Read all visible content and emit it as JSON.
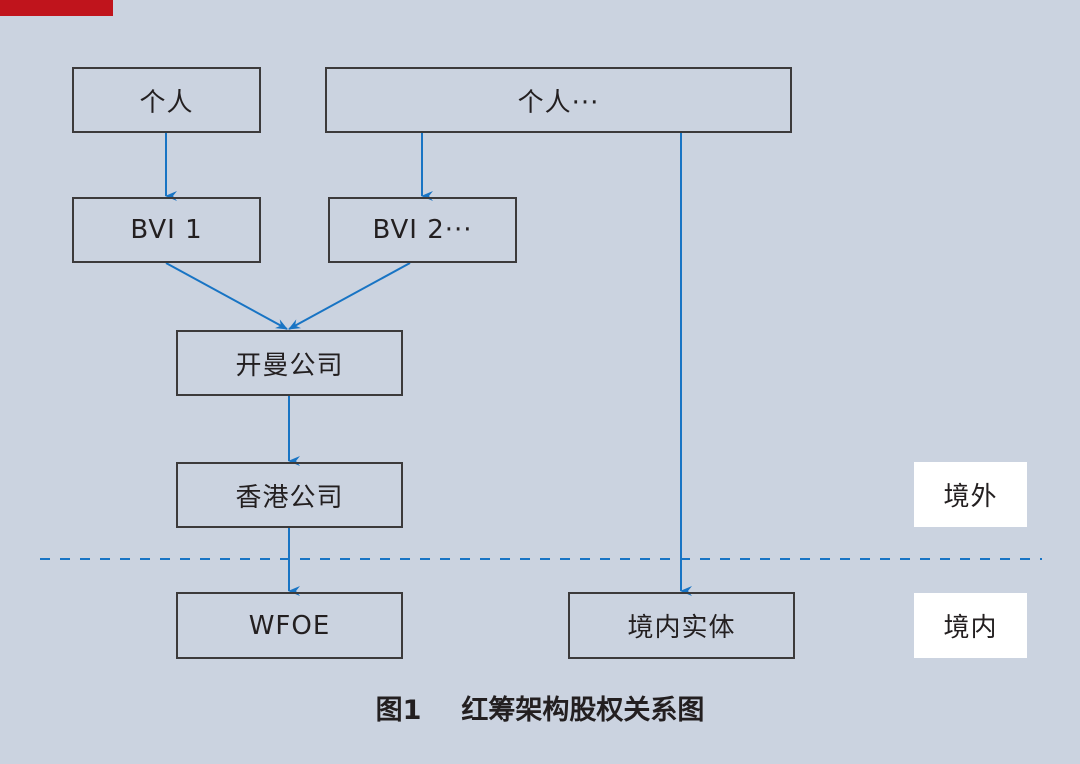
{
  "diagram": {
    "title_number": "图1",
    "title": "红筹架构股权关系图",
    "accent_color": "#c0141c",
    "line_color": "#1874c4",
    "nodes": {
      "person_1": "个人",
      "person_more": "个人···",
      "bvi_1": "BVI 1",
      "bvi_2": "BVI 2···",
      "cayman": "开曼公司",
      "hongkong": "香港公司",
      "wfoe": "WFOE",
      "domestic_entity": "境内实体"
    },
    "regions": {
      "offshore": "境外",
      "onshore": "境内"
    },
    "edges": [
      {
        "from": "person_1",
        "to": "bvi_1"
      },
      {
        "from": "person_more",
        "to": "bvi_2"
      },
      {
        "from": "person_more",
        "to": "domestic_entity"
      },
      {
        "from": "bvi_1",
        "to": "cayman"
      },
      {
        "from": "bvi_2",
        "to": "cayman"
      },
      {
        "from": "cayman",
        "to": "hongkong"
      },
      {
        "from": "hongkong",
        "to": "wfoe"
      }
    ]
  }
}
